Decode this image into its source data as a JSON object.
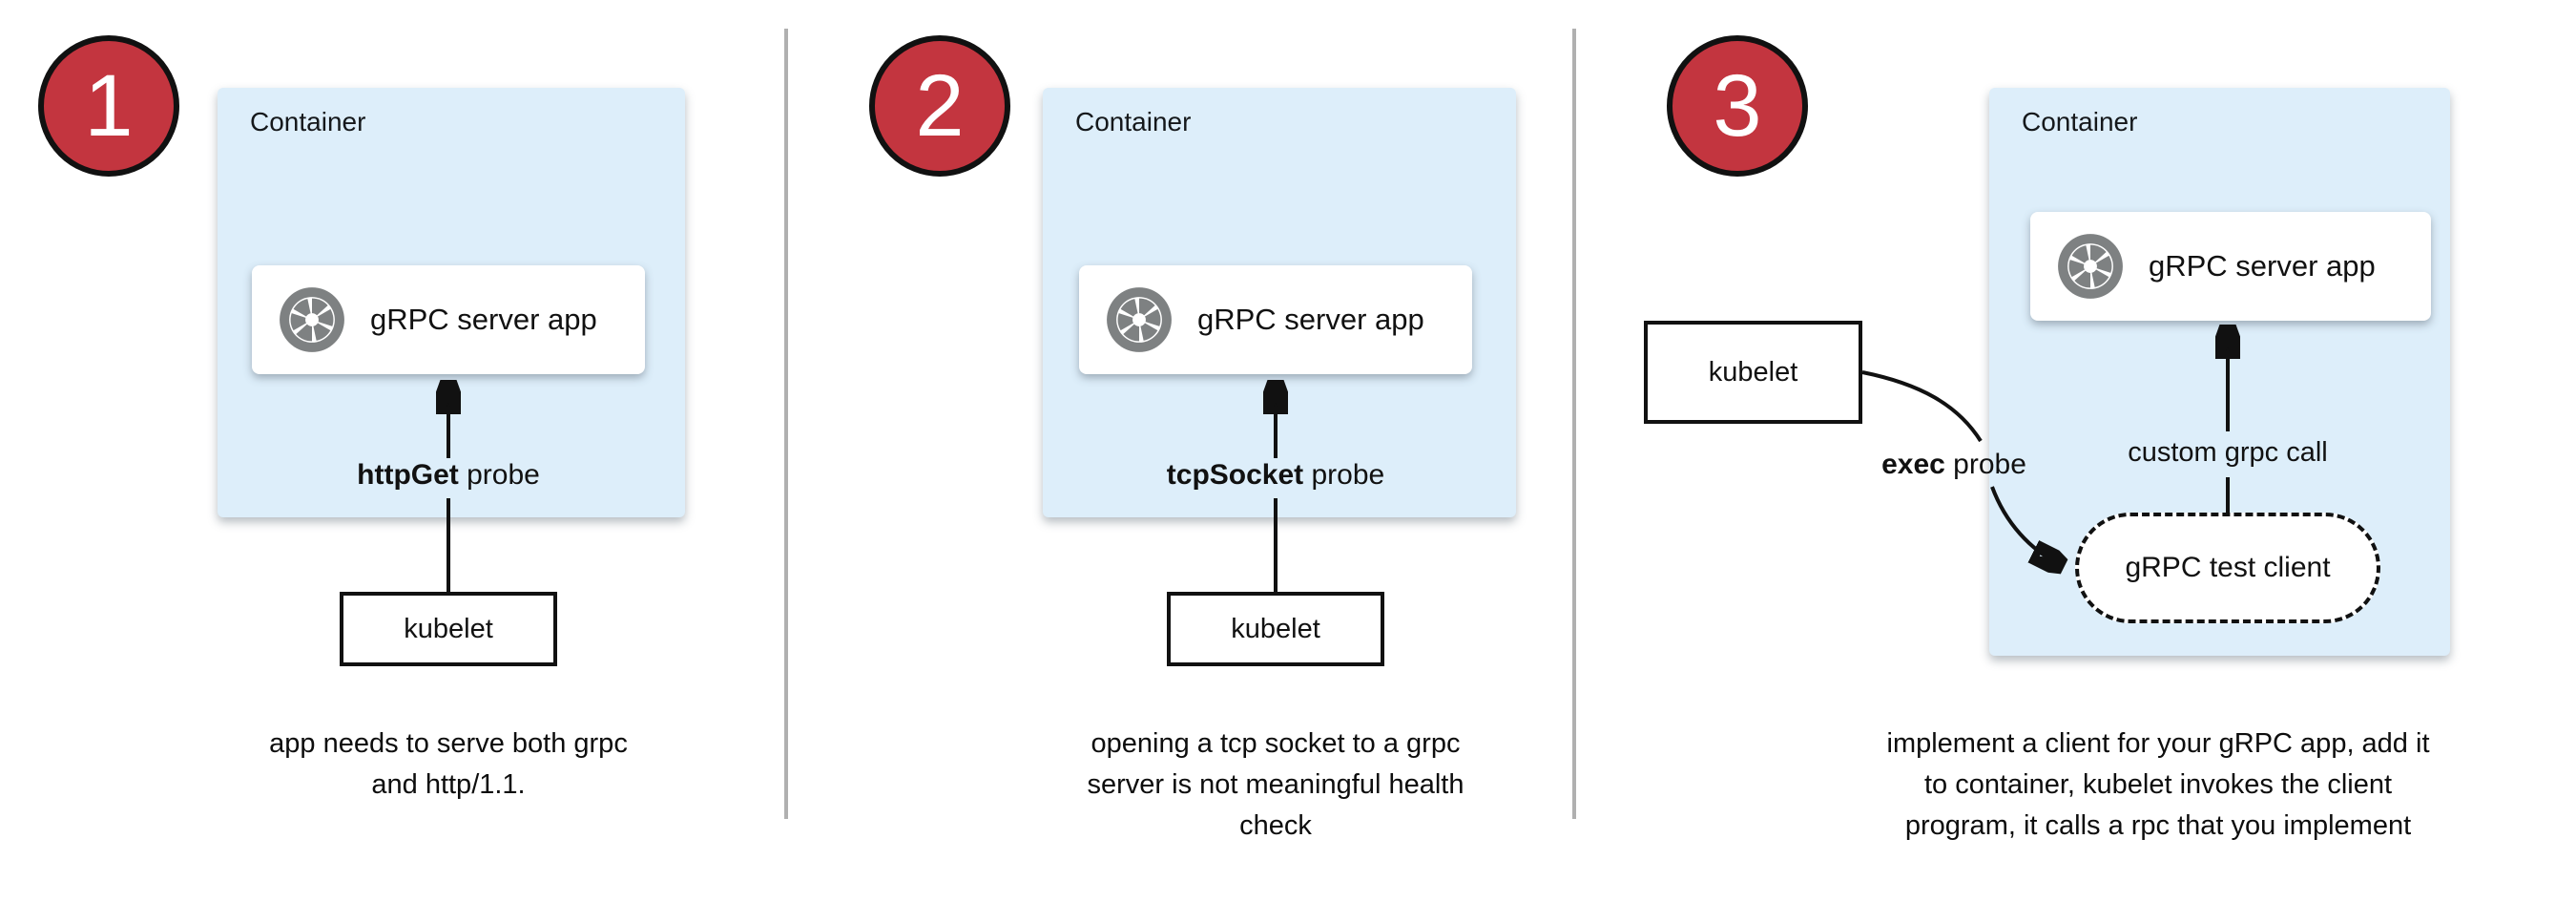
{
  "colors": {
    "badge_fill": "#c3353f",
    "badge_border": "#111111",
    "container_fill": "#ddeefa",
    "divider_gray": "#b0b0b0",
    "icon_gray": "#7e8182",
    "line_black": "#111111"
  },
  "icons": {
    "app_icon": "aperture-icon"
  },
  "panels": [
    {
      "badge": "1",
      "container_label": "Container",
      "server_app_label": "gRPC server app",
      "probe_bold": "httpGet",
      "probe_rest": " probe",
      "kubelet_label": "kubelet",
      "caption_lines": [
        "app needs to serve both grpc",
        "and http/1.1."
      ]
    },
    {
      "badge": "2",
      "container_label": "Container",
      "server_app_label": "gRPC server app",
      "probe_bold": "tcpSocket",
      "probe_rest": " probe",
      "kubelet_label": "kubelet",
      "caption_lines": [
        "opening a tcp socket to a grpc",
        "server is not meaningful health",
        "check"
      ]
    },
    {
      "badge": "3",
      "container_label": "Container",
      "server_app_label": "gRPC server app",
      "probe_bold": "exec",
      "probe_rest": " probe",
      "kubelet_label": "kubelet",
      "grpc_call_label": "custom grpc call",
      "test_client_label": "gRPC test client",
      "caption_lines": [
        "implement a client for your gRPC app, add it",
        "to container, kubelet invokes the client",
        "program, it calls a rpc that you implement"
      ]
    }
  ]
}
